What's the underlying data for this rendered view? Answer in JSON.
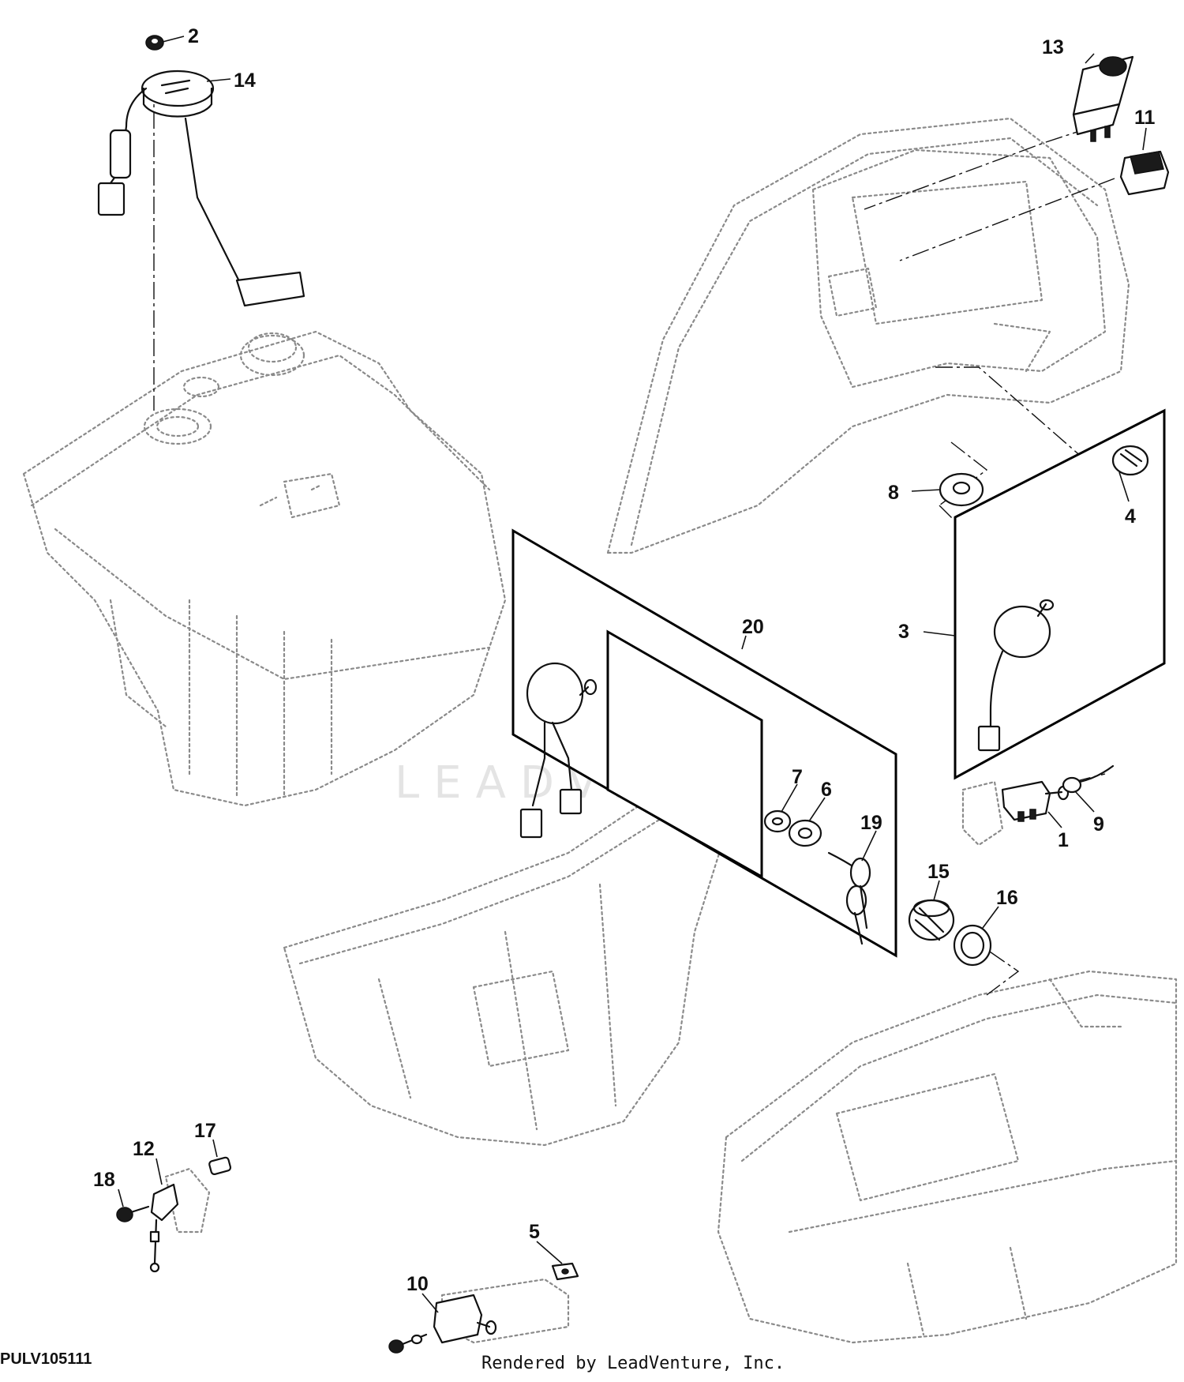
{
  "figure_id": "PULV105111",
  "credit": "Rendered by LeadVenture, Inc.",
  "watermark": "LEADVENTURE",
  "callouts": [
    "1",
    "2",
    "3",
    "4",
    "5",
    "6",
    "7",
    "8",
    "9",
    "10",
    "11",
    "12",
    "13",
    "14",
    "15",
    "16",
    "17",
    "18",
    "19",
    "20"
  ]
}
